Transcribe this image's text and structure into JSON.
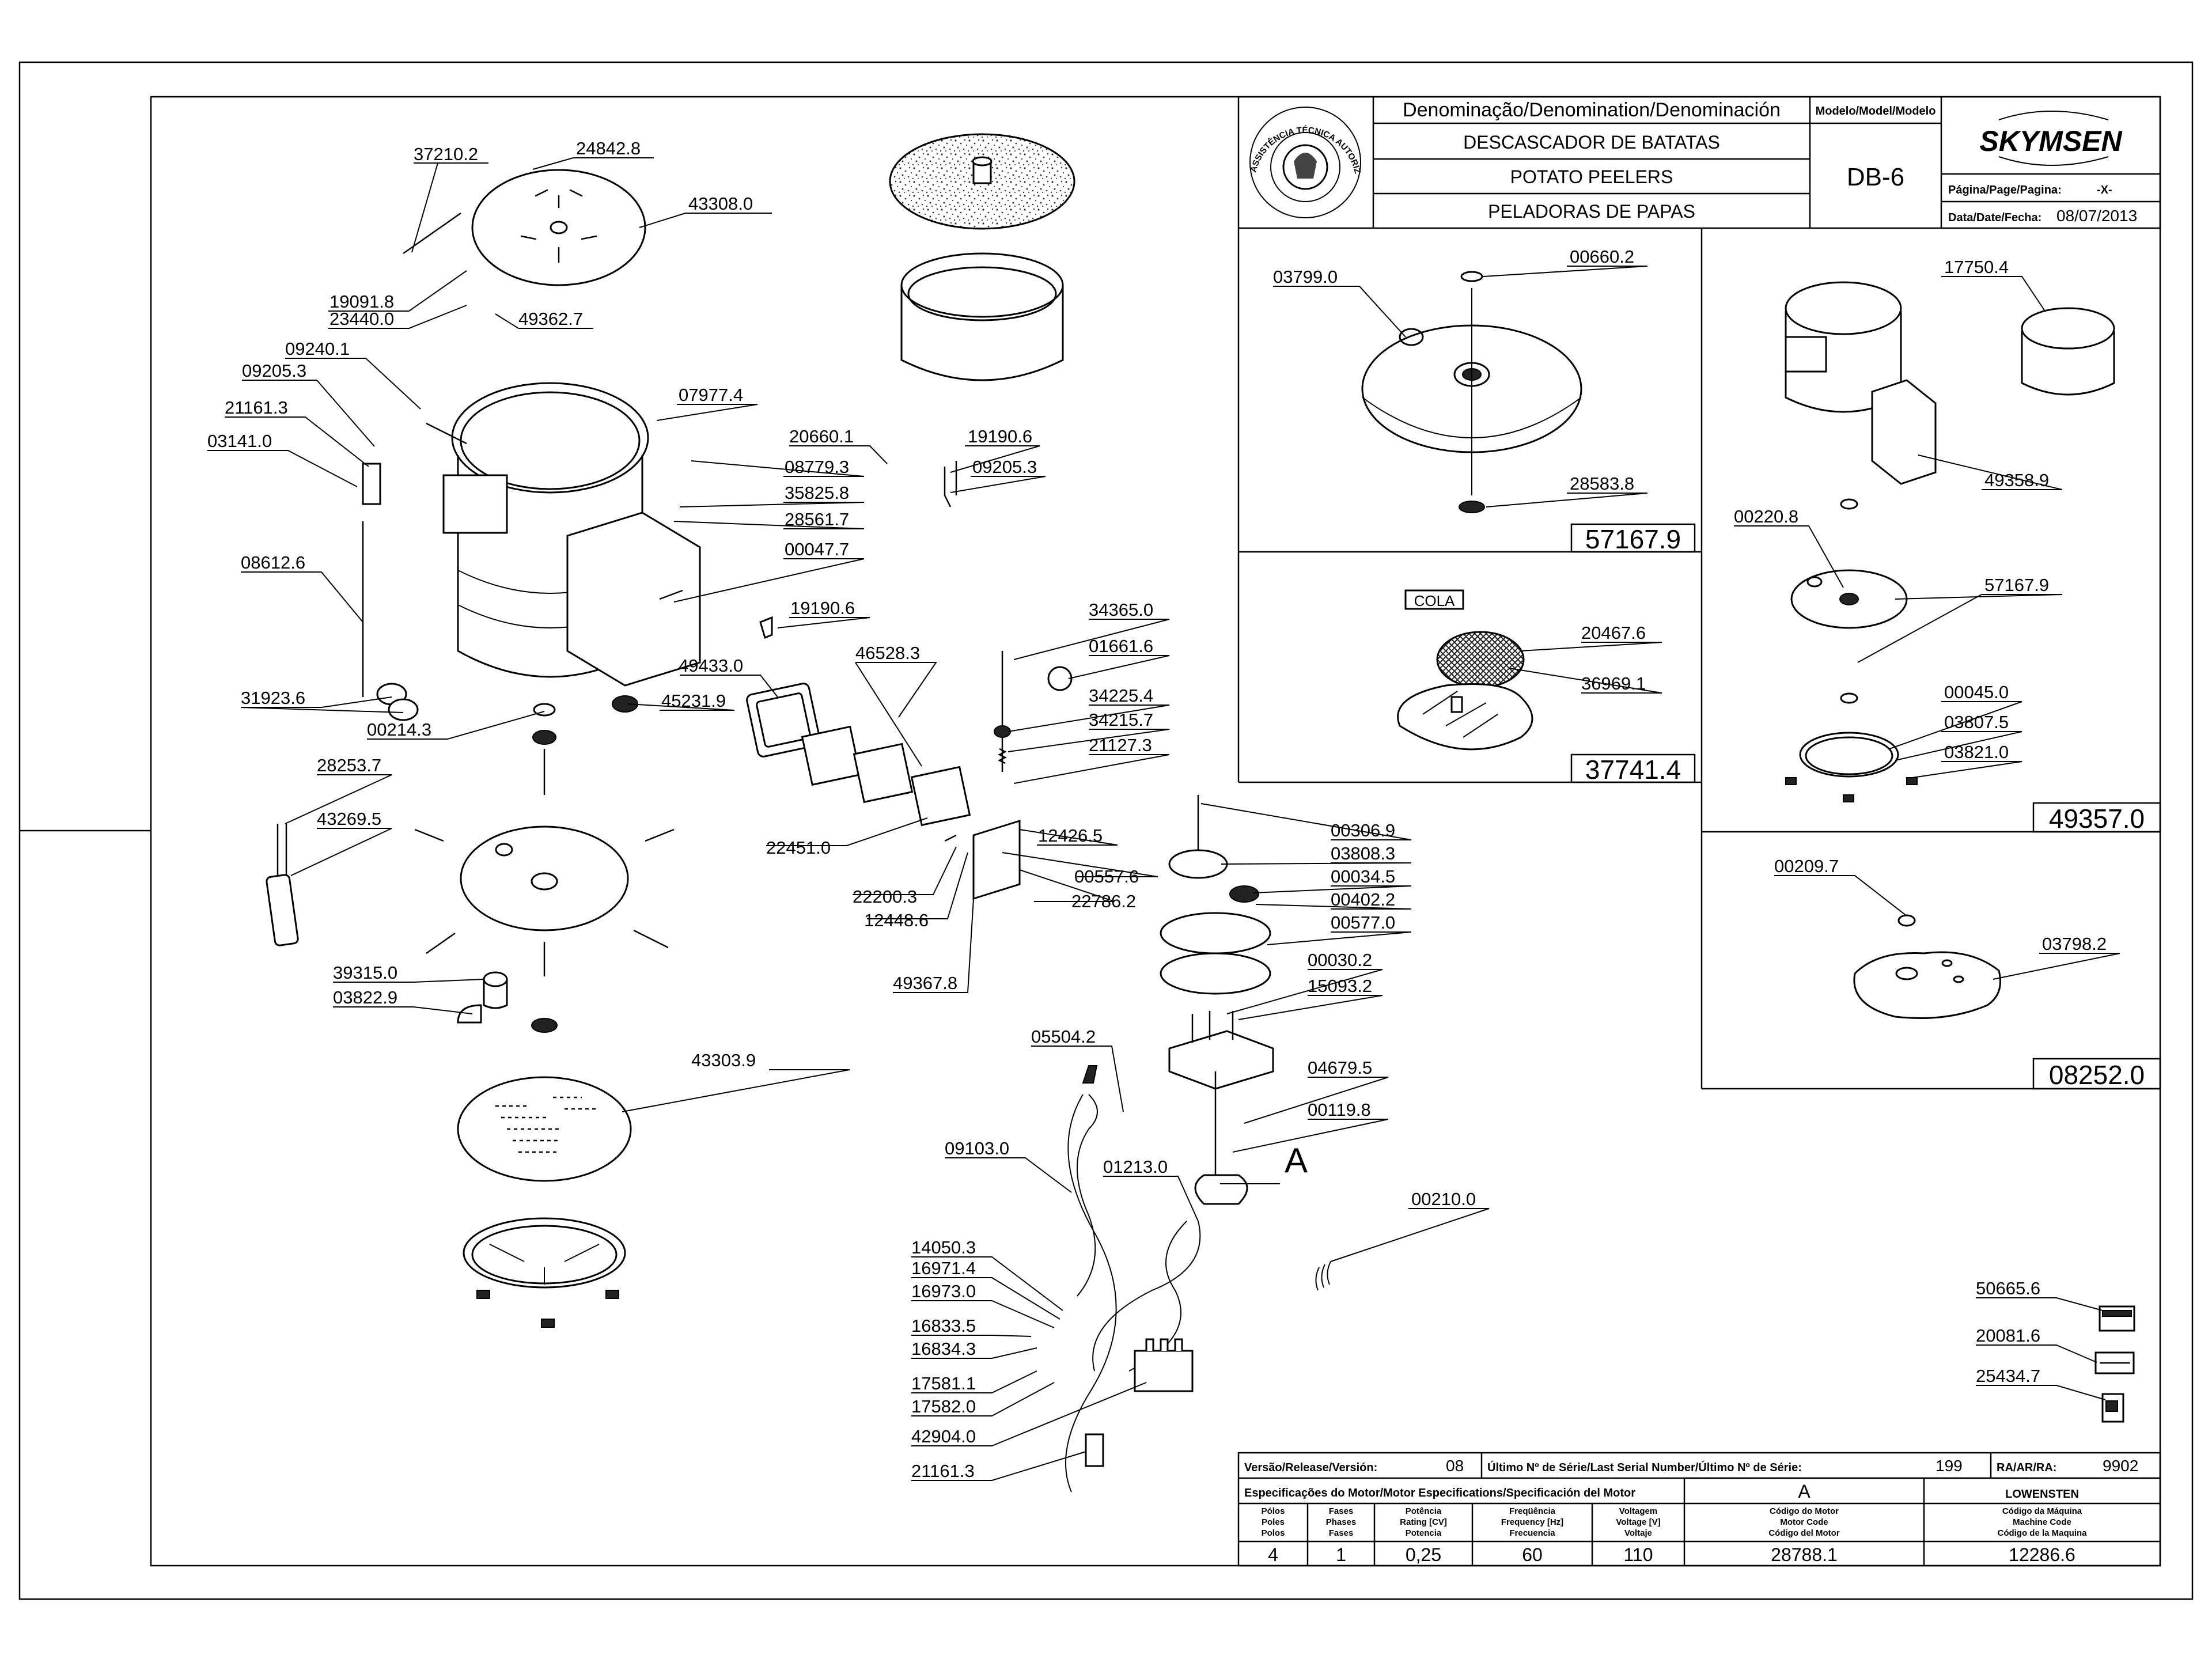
{
  "title_block": {
    "denomination_header": "Denominação/Denomination/Denominación",
    "names": [
      "DESCASCADOR DE BATATAS",
      "POTATO PEELERS",
      "PELADORAS DE PAPAS"
    ],
    "model_header": "Modelo/Model/Modelo",
    "model": "DB-6",
    "brand": "SKYMSEN",
    "page_label": "Página/Page/Pagina:",
    "page_value": "-X-",
    "date_label": "Data/Date/Fecha:",
    "date_value": "08/07/2013",
    "seal_text": "ASSISTÊNCIA TÉCNICA AUTORIZADA"
  },
  "bottom_block": {
    "release_label": "Versão/Release/Versión:",
    "release_value": "08",
    "serial_label": "Último Nº de Série/Last Serial Number/Último Nº de Série:",
    "serial_value": "199",
    "ra_label": "RA/AR/RA:",
    "ra_value": "9902",
    "motor_spec_label": "Especificações do Motor/Motor Especifications/Specificación del Motor",
    "motor_spec_code": "A",
    "motor_brand": "LOWENSTEN",
    "columns": [
      {
        "h": [
          "Pólos",
          "Poles",
          "Polos"
        ],
        "v": "4"
      },
      {
        "h": [
          "Fases",
          "Phases",
          "Fases"
        ],
        "v": "1"
      },
      {
        "h": [
          "Potência",
          "Rating [CV]",
          "Potencia"
        ],
        "v": "0,25"
      },
      {
        "h": [
          "Freqüência",
          "Frequency [Hz]",
          "Frecuencia"
        ],
        "v": "60"
      },
      {
        "h": [
          "Voltagem",
          "Voltage [V]",
          "Voltaje"
        ],
        "v": "110"
      },
      {
        "h": [
          "Código do Motor",
          "Motor Code",
          "Código del Motor"
        ],
        "v": "28788.1"
      },
      {
        "h": [
          "Código da Máquina",
          "Machine Code",
          "Código de la Maquina"
        ],
        "v": "12286.6"
      }
    ]
  },
  "sub_assemblies": {
    "box1_id": "57167.9",
    "box2_id": "37741.4",
    "box3_id": "49357.0",
    "box4_id": "08252.0",
    "cola_label": "COLA"
  },
  "detail_marker": "A",
  "labels": [
    {
      "t": "37210.2"
    },
    {
      "t": "24842.8"
    },
    {
      "t": "43308.0"
    },
    {
      "t": "19091.8"
    },
    {
      "t": "23440.0"
    },
    {
      "t": "49362.7"
    },
    {
      "t": "09240.1"
    },
    {
      "t": "09205.3"
    },
    {
      "t": "21161.3"
    },
    {
      "t": "03141.0"
    },
    {
      "t": "07977.4"
    },
    {
      "t": "20660.1"
    },
    {
      "t": "19190.6"
    },
    {
      "t": "08779.3"
    },
    {
      "t": "09205.3"
    },
    {
      "t": "35825.8"
    },
    {
      "t": "28561.7"
    },
    {
      "t": "00047.7"
    },
    {
      "t": "08612.6"
    },
    {
      "t": "19190.6"
    },
    {
      "t": "34365.0"
    },
    {
      "t": "01661.6"
    },
    {
      "t": "46528.3"
    },
    {
      "t": "49433.0"
    },
    {
      "t": "31923.6"
    },
    {
      "t": "45231.9"
    },
    {
      "t": "34225.4"
    },
    {
      "t": "34215.7"
    },
    {
      "t": "00214.3"
    },
    {
      "t": "21127.3"
    },
    {
      "t": "28253.7"
    },
    {
      "t": "43269.5"
    },
    {
      "t": "22451.0"
    },
    {
      "t": "12426.5"
    },
    {
      "t": "22200.3"
    },
    {
      "t": "00557.6"
    },
    {
      "t": "12448.6"
    },
    {
      "t": "22786.2"
    },
    {
      "t": "00306.9"
    },
    {
      "t": "03808.3"
    },
    {
      "t": "00034.5"
    },
    {
      "t": "00402.2"
    },
    {
      "t": "00577.0"
    },
    {
      "t": "39315.0"
    },
    {
      "t": "49367.8"
    },
    {
      "t": "00030.2"
    },
    {
      "t": "03822.9"
    },
    {
      "t": "15093.2"
    },
    {
      "t": "05504.2"
    },
    {
      "t": "43303.9"
    },
    {
      "t": "04679.5"
    },
    {
      "t": "00119.8"
    },
    {
      "t": "09103.0"
    },
    {
      "t": "01213.0"
    },
    {
      "t": "00210.0"
    },
    {
      "t": "14050.3"
    },
    {
      "t": "16971.4"
    },
    {
      "t": "16973.0"
    },
    {
      "t": "16833.5"
    },
    {
      "t": "16834.3"
    },
    {
      "t": "17581.1"
    },
    {
      "t": "17582.0"
    },
    {
      "t": "42904.0"
    },
    {
      "t": "21161.3"
    },
    {
      "t": "03799.0"
    },
    {
      "t": "00660.2"
    },
    {
      "t": "28583.8"
    },
    {
      "t": "20467.6"
    },
    {
      "t": "36969.1"
    },
    {
      "t": "17750.4"
    },
    {
      "t": "49358.9"
    },
    {
      "t": "00220.8"
    },
    {
      "t": "57167.9"
    },
    {
      "t": "00045.0"
    },
    {
      "t": "03807.5"
    },
    {
      "t": "03821.0"
    },
    {
      "t": "00209.7"
    },
    {
      "t": "03798.2"
    },
    {
      "t": "50665.6"
    },
    {
      "t": "20081.6"
    },
    {
      "t": "25434.7"
    }
  ]
}
